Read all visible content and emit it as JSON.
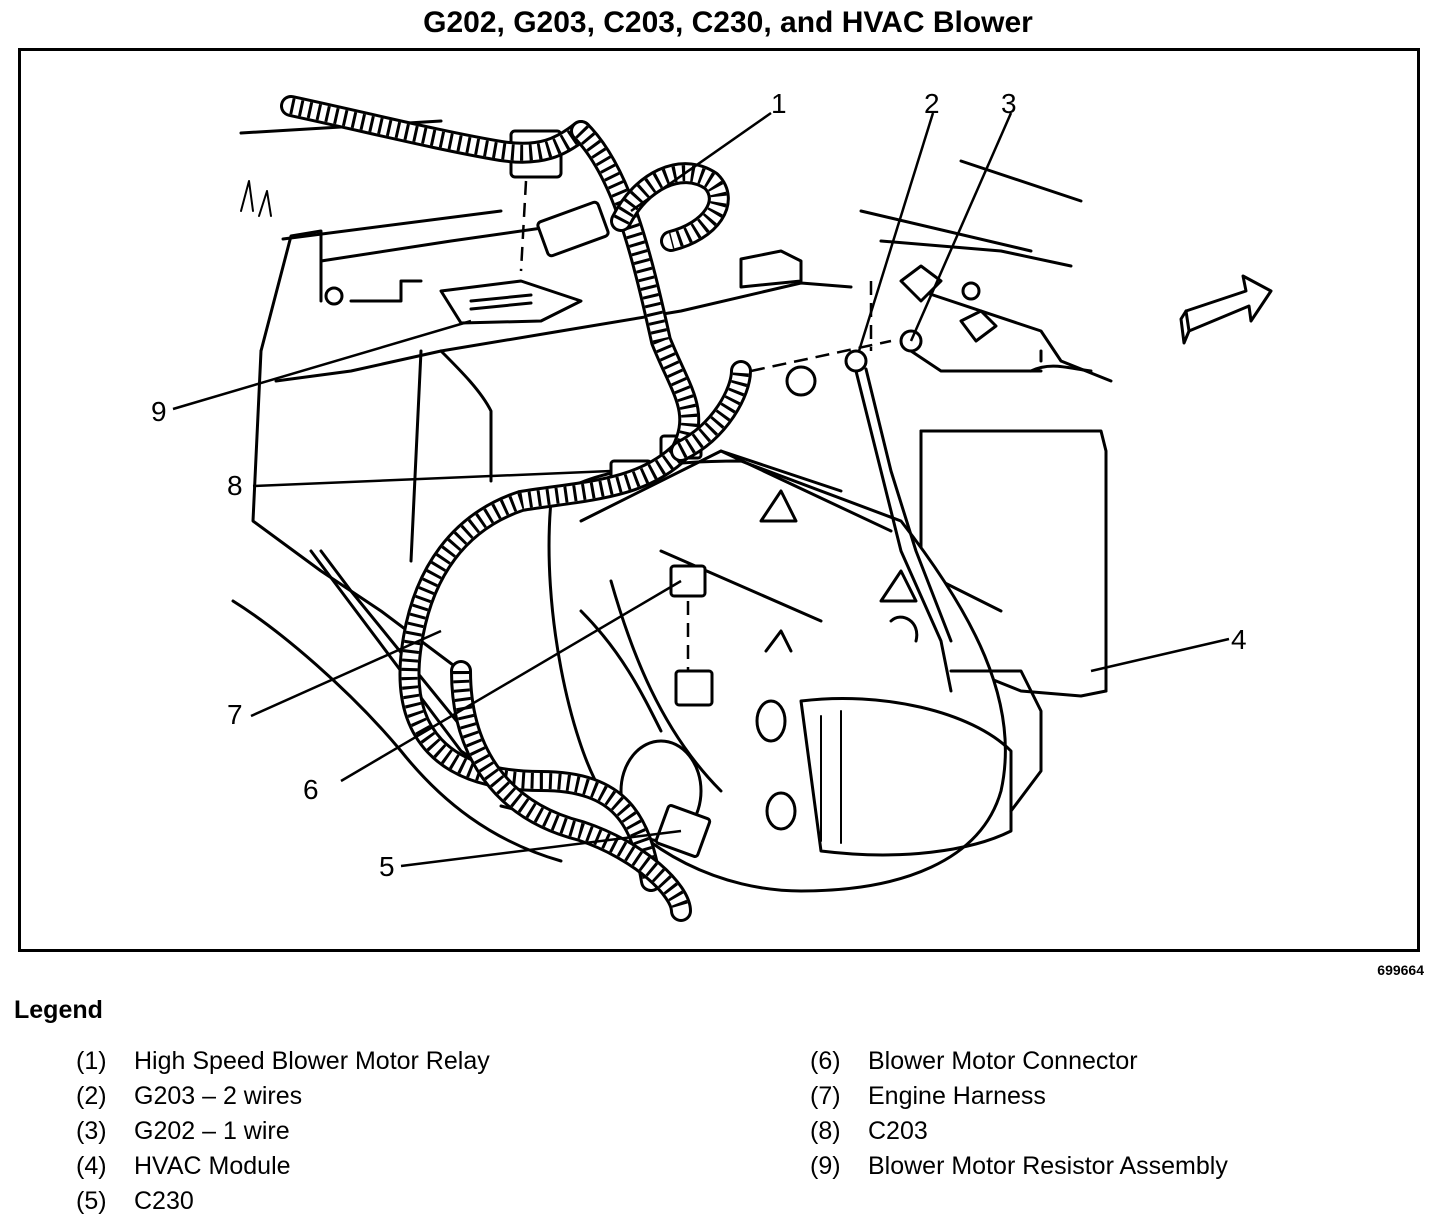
{
  "title": "G202, G203, C203, C230, and HVAC Blower",
  "figure_id": "699664",
  "callouts": [
    "1",
    "2",
    "3",
    "4",
    "5",
    "6",
    "7",
    "8",
    "9"
  ],
  "legend": {
    "heading": "Legend",
    "left": [
      {
        "num": "(1)",
        "label": "High Speed Blower Motor Relay"
      },
      {
        "num": "(2)",
        "label": "G203 – 2 wires"
      },
      {
        "num": "(3)",
        "label": "G202 – 1 wire"
      },
      {
        "num": "(4)",
        "label": "HVAC Module"
      },
      {
        "num": "(5)",
        "label": "C230"
      }
    ],
    "right": [
      {
        "num": "(6)",
        "label": "Blower Motor Connector"
      },
      {
        "num": "(7)",
        "label": "Engine Harness"
      },
      {
        "num": "(8)",
        "label": "C203"
      },
      {
        "num": "(9)",
        "label": "Blower Motor Resistor Assembly"
      }
    ]
  }
}
